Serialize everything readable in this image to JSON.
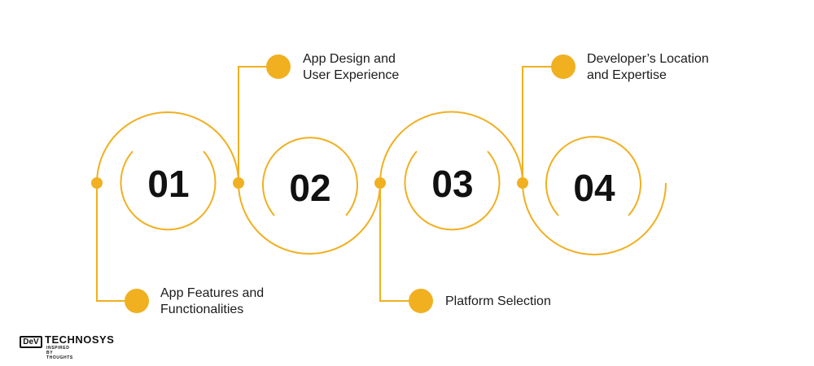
{
  "colors": {
    "accent": "#f0b020",
    "line": "#f0b020",
    "text": "#1b1b1b"
  },
  "steps": [
    {
      "number": "01",
      "title_lines": [
        "App Features and",
        "Functionalities"
      ]
    },
    {
      "number": "02",
      "title_lines": [
        "App Design and",
        "User Experience"
      ]
    },
    {
      "number": "03",
      "title_lines": [
        "Platform Selection"
      ]
    },
    {
      "number": "04",
      "title_lines": [
        "Developer’s Location",
        "and Expertise"
      ]
    }
  ],
  "brand": {
    "badge": "DeV",
    "wordmark": "TECHNOSYS",
    "tagline": "INSPIRED BY THOUGHTS"
  }
}
